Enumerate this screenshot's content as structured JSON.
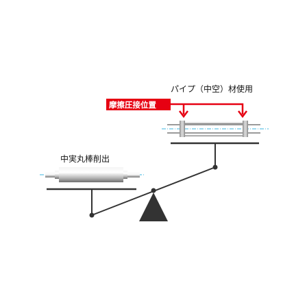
{
  "labels": {
    "pipe": "パイプ（中空）材使用",
    "friction_weld": "摩擦圧接位置",
    "solid_bar": "中実丸棒削出"
  },
  "colors": {
    "friction_weld_red": "#e60012",
    "centerline_cyan": "#3bb5e0",
    "beam": "#333333",
    "fulcrum": "#333333",
    "part_metal_light": "#e8e8e8",
    "part_metal_dark": "#7a7a7a"
  },
  "icons": {
    "fulcrum": "triangle-fulcrum-icon",
    "weld_marker": "down-arrow-icon"
  }
}
